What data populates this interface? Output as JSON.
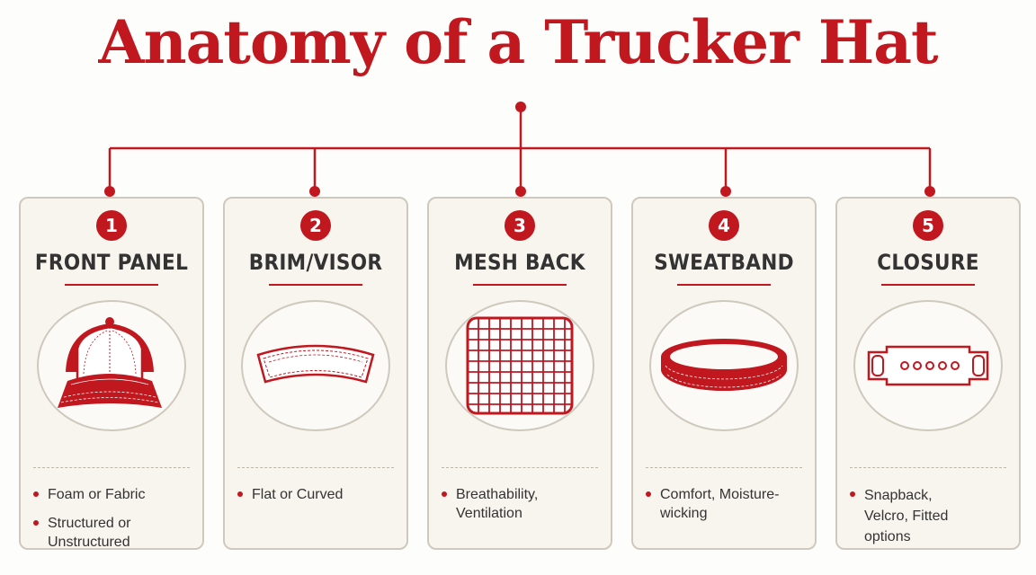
{
  "title": "Anatomy of a Trucker Hat",
  "colors": {
    "accent": "#c1171f",
    "text": "#333333",
    "card_border": "#cfc9bd",
    "card_bg": "#f7f5ee"
  },
  "parts": [
    {
      "number": "1",
      "label": "FRONT PANEL",
      "icon": "front-panel-cap-icon",
      "bullets": [
        "Foam or Fabric",
        "Structured or Unstructured"
      ]
    },
    {
      "number": "2",
      "label": "BRIM/VISOR",
      "icon": "brim-visor-icon",
      "bullets": [
        "Flat or Curved"
      ]
    },
    {
      "number": "3",
      "label": "MESH BACK",
      "icon": "mesh-grid-icon",
      "bullets": [
        "Breathability, Ventilation"
      ]
    },
    {
      "number": "4",
      "label": "SWEATBAND",
      "icon": "sweatband-ring-icon",
      "bullets": [
        "Comfort, Moisture-wicking"
      ]
    },
    {
      "number": "5",
      "label": "CLOSURE",
      "icon": "snapback-closure-icon",
      "bullets": [
        "Snapback, Velcro, Fitted options"
      ]
    }
  ]
}
